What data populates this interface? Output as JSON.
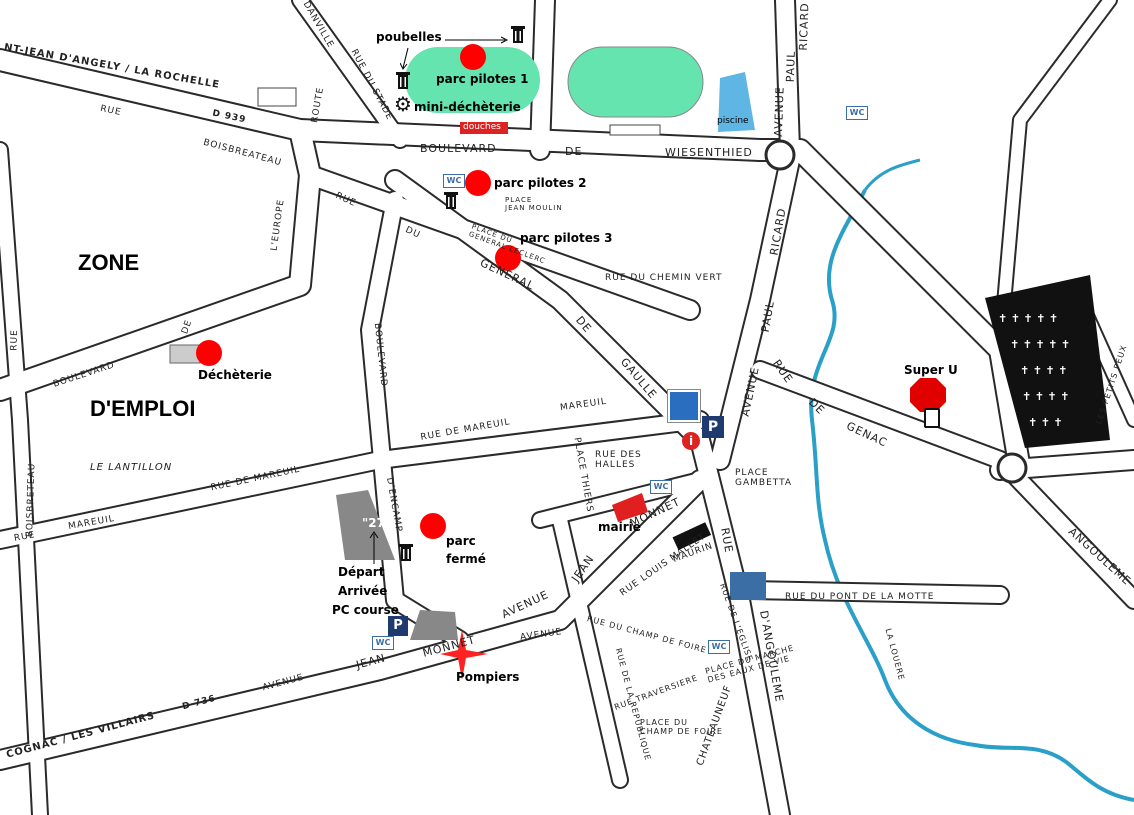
{
  "colors": {
    "road_fill": "#ffffff",
    "road_edge": "#2a2a2a",
    "river": "#2aa0c8",
    "paddock": "#66e4b0",
    "pool": "#5fb6e4",
    "marker": "#ff0000",
    "parking_bg": "#1e3a6e"
  },
  "zone": {
    "line1": "ZONE",
    "line2": "D'EMPLOI"
  },
  "area_lantillon": "LE LANTILLON",
  "roads": {
    "road_top_left": "NT-JEAN D'ANGELY / LA ROCHELLE",
    "d939": "D 939",
    "rue_top": "RUE",
    "boisbreteau_top": "BOISBREATEAU",
    "boulevard_wiesenthied_1": "BOULEVARD",
    "boulevard_wiesenthied_2": "DE",
    "boulevard_wiesenthied_3": "WIESENTHIED",
    "route": "ROUTE",
    "rue_du_stade": "RUE DU STADE",
    "danville": "DANVILLE",
    "avenue_paul_ricard_1": "AVENUE",
    "avenue_paul_ricard_2": "PAUL",
    "avenue_paul_ricard_3": "RICARD",
    "ricard_lower": "RICARD",
    "paul_lower": "PAUL",
    "avenue_lower": "AVENUE",
    "rue_du_general_1": "RUE",
    "rue_du_general_2": "DU",
    "rue_du_general_3": "GENERAL",
    "de_gaulle_1": "DE",
    "de_gaulle_2": "GAULLE",
    "europe": "L'EUROPE",
    "de_europe": "DE",
    "boulevard_left": "BOULEVARD",
    "rue_left": "RUE",
    "boisbreteau_left": "BOISBRETEAU",
    "rue_chemin_vert": "RUE DU CHEMIN VERT",
    "boulevard_dencamp_1": "BOULEVARD",
    "boulevard_dencamp_2": "D'ENCAMP",
    "rue_de_mareuil_1": "RUE DE MAREUIL",
    "rue_de_mareuil_2": "RUE DE MAREUIL",
    "mareuil_mid": "MAREUIL",
    "mareuil_left": "MAREUIL",
    "rue_mareuil_top": "RUE",
    "place_thiers": "PLACE THIERS",
    "rue_des_halles": "RUE DES\nHALLES",
    "place_gambetta": "PLACE\nGAMBETTA",
    "monnet_top": "MONNET",
    "jean_top": "JEAN",
    "avenue_mid": "AVENUE",
    "rue_louis_mallet": "RUE LOUIS MALLET",
    "maurin": "MAURIN",
    "rue_right": "RUE",
    "dangouleme": "D'ANGOULEME",
    "rue_du_pont_de_la_motte": "RUE   DU   PONT   DE   LA   MOTTE",
    "rue_de_genac_1": "RUE",
    "rue_de_genac_2": "DE",
    "rue_de_genac_3": "GENAC",
    "angouleme_right": "ANGOULEME",
    "les_petits_peux": "LES PETITS PEUX",
    "la_louere": "LA LOUERE",
    "jean_bottom": "JEAN",
    "monnet_bottom": "MONNET",
    "avenue_bottom": "AVENUE",
    "avenue_jean": "AVENUE",
    "d736": "D 736",
    "cognac_villairs": "COGNAC / LES VILLAIRS",
    "rue_du_champ_de_foire": "RUE DU CHAMP DE FOIRE",
    "rue_leglise": "RUE DE L'EGLISE",
    "place_du_marche": "PLACE DU MARCHE\nDES EAUX DE VIE",
    "rue_traversiere": "RUE TRAVERSIERE",
    "place_du_champ_de_foire": "PLACE DU\nCHAMP DE FOIRE",
    "rue_de_la_republique": "RUE DE LA REPUBLIQUE",
    "chateauneuf": "CHATEAUNEUF",
    "place_jean_moulin": "PLACE\nJEAN MOULIN",
    "place_du_general_leclerc": "PLACE DU\nGENERAL LECLERC"
  },
  "poi": {
    "poubelles": "poubelles",
    "parc_pilotes_1": "parc pilotes 1",
    "mini_decheterie": "mini-déchèterie",
    "douches": "douches",
    "piscine": "piscine",
    "parc_pilotes_2": "parc pilotes 2",
    "parc_pilotes_3": "parc pilotes 3",
    "decheterie": "Déchèterie",
    "super_u": "Super U",
    "mairie": "mairie",
    "parc_ferme_1": "parc",
    "parc_ferme_2": "fermé",
    "label_27": "\"27\"",
    "depart": "Départ",
    "arrivee": "Arrivée",
    "pc_course": "PC course",
    "pompiers": "Pompiers",
    "wc": "WC",
    "parking": "P",
    "info": "i"
  },
  "icons": [
    "trash-bin-icon",
    "gear-icon",
    "wc-icon",
    "parking-icon",
    "info-icon",
    "fire-station-icon",
    "supermarket-icon",
    "church-icon",
    "cemetery-cross-icon",
    "tourist-office-icon"
  ]
}
